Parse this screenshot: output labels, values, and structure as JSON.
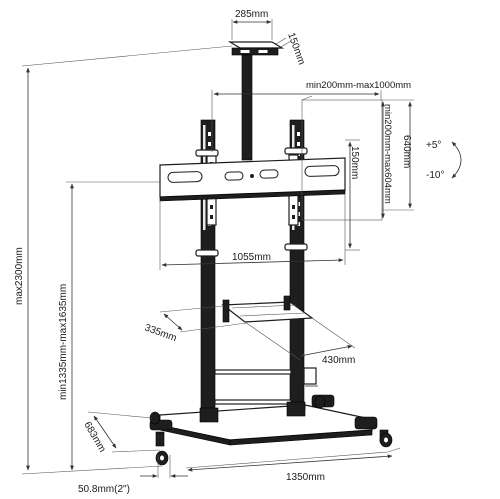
{
  "dimensions": {
    "top_width": "285mm",
    "top_depth": "150mm",
    "vesa_width": "min200mm-max1000mm",
    "vesa_height": "min200mm-max604mm",
    "tv_height": "640mm",
    "bracket_height": "150mm",
    "tilt_up": "+5°",
    "tilt_down": "-10°",
    "max_height": "max2300mm",
    "center_height": "min1335mm-max1635mm",
    "bracket_width": "1055mm",
    "shelf_depth": "335mm",
    "shelf_width": "430mm",
    "base_depth": "683mm",
    "pole_diameter": "50.8mm(2\")",
    "base_width": "1350mm"
  },
  "colors": {
    "line": "#333333",
    "structure": "#1e1e1e",
    "background": "#ffffff"
  },
  "icons": {
    "tilt": "curved-double-arrow-icon"
  }
}
